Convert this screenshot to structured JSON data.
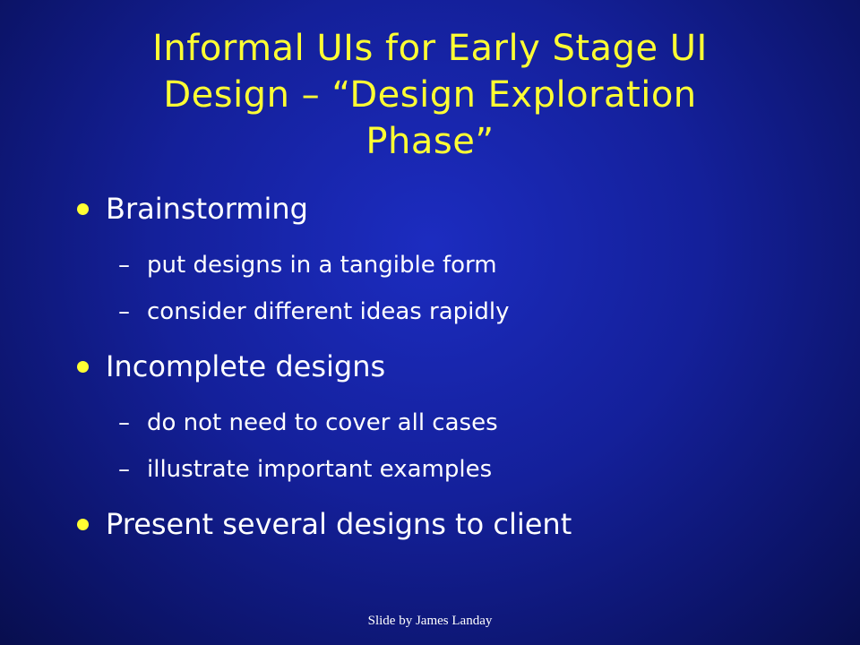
{
  "slide": {
    "title_lines": [
      "Informal UIs for Early Stage UI",
      "Design – “Design Exploration",
      "Phase”"
    ],
    "bullets": [
      {
        "text": "Brainstorming",
        "subs": [
          "put designs in a tangible form",
          "consider different ideas rapidly"
        ]
      },
      {
        "text": "Incomplete designs",
        "subs": [
          "do not need to cover all cases",
          "illustrate important examples"
        ]
      },
      {
        "text": "Present several designs to client",
        "subs": []
      }
    ],
    "sub_marker": "–",
    "footer": "Slide by James Landay"
  },
  "colors": {
    "title": "#ffff33",
    "bullet_dot": "#ffff33",
    "text": "#ffffff",
    "background": "#14209a"
  }
}
